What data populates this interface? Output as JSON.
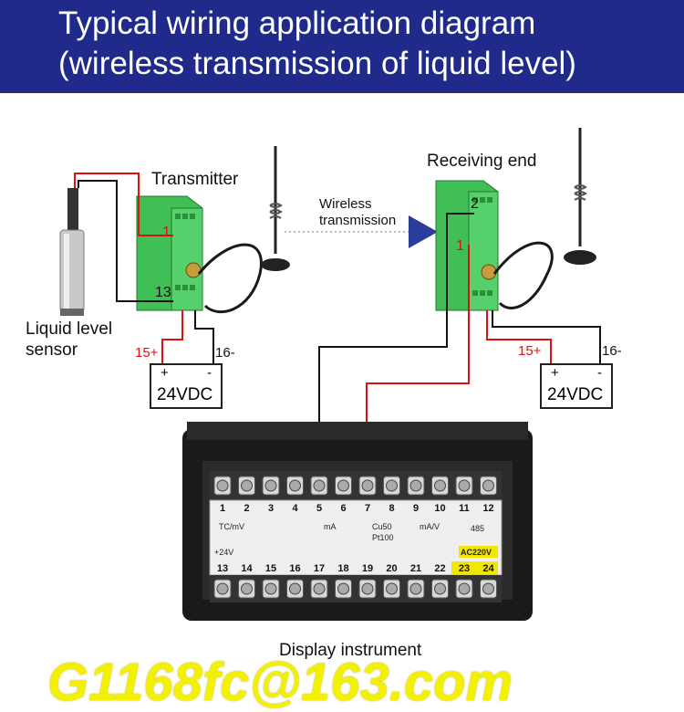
{
  "title": {
    "line1": "Typical wiring application diagram",
    "line2": "(wireless transmission of liquid level)"
  },
  "labels": {
    "transmitter": "Transmitter",
    "receiving_end": "Receiving end",
    "wireless_line1": "Wireless",
    "wireless_line2": "transmission",
    "sensor_line1": "Liquid level",
    "sensor_line2": "sensor",
    "display": "Display instrument"
  },
  "transmitter_pins": {
    "p1": "1",
    "p13": "13"
  },
  "receiver_pins": {
    "p2": "2",
    "p1": "1"
  },
  "psu_left": {
    "plus_label": "15+",
    "minus_label": "16-",
    "plus": "+",
    "minus": "-",
    "voltage": "24VDC"
  },
  "psu_right": {
    "plus_label": "15+",
    "minus_label": "16-",
    "plus": "+",
    "minus": "-",
    "voltage": "24VDC"
  },
  "terminals_top": [
    "1",
    "2",
    "3",
    "4",
    "5",
    "6",
    "7",
    "8",
    "9",
    "10",
    "11",
    "12"
  ],
  "terminals_bottom": [
    "13",
    "14",
    "15",
    "16",
    "17",
    "18",
    "19",
    "20",
    "21",
    "22",
    "23",
    "24"
  ],
  "panel_text": {
    "ac": "AC220V",
    "v24": "+24V",
    "tcmv": "TC/mV",
    "ma": "mA",
    "cu50": "Cu50",
    "pt100": "Pt100",
    "mav": "mA/V",
    "rs485": "485"
  },
  "contact": "G1168fc@163.com",
  "colors": {
    "banner": "#1f2a8a",
    "wire_red": "#e01010",
    "wire_black": "#111111",
    "module_green": "#3fbf55",
    "arrow_blue": "#2a3d9a",
    "email_yellow": "#f3f000"
  }
}
